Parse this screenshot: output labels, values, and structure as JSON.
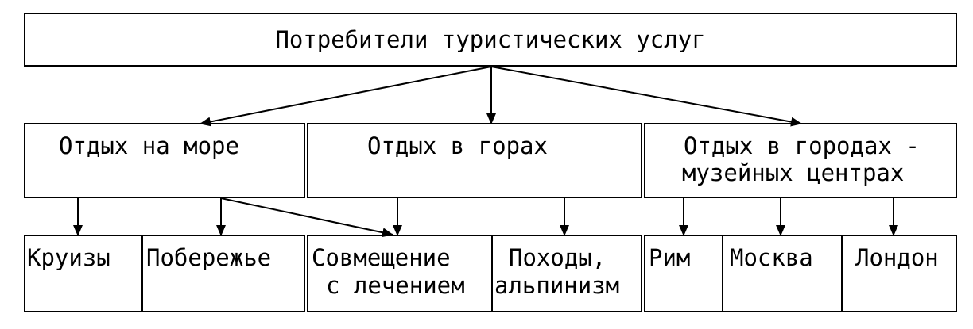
{
  "diagram": {
    "root": "Потребители туристических услуг",
    "categories": [
      {
        "label": "Отдых на море",
        "items": [
          "Круизы",
          "Побережье"
        ]
      },
      {
        "label": "Отдых в горах",
        "items": [
          "Совмещение с лечением",
          "Походы, альпинизм"
        ]
      },
      {
        "label_line1": "Отдых в городах -",
        "label_line2": "музейных центрах",
        "items": [
          "Рим",
          "Москва",
          "Лондон"
        ]
      }
    ],
    "item_lines": {
      "combined_line1": "Совмещение",
      "combined_line2": "с лечением",
      "hiking_line1": "Походы,",
      "hiking_line2": "альпинизм"
    }
  }
}
